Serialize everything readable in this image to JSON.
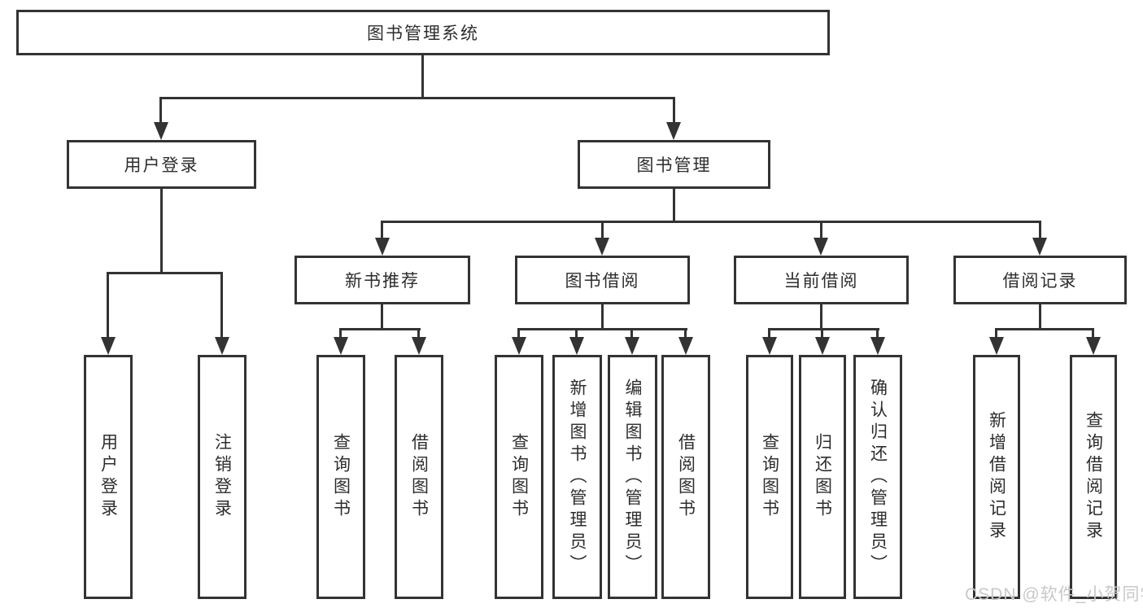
{
  "diagram": {
    "root": {
      "label": "图书管理系统"
    },
    "level2": {
      "user_login": {
        "label": "用户登录",
        "children": [
          "用户登录",
          "注销登录"
        ]
      },
      "book_management": {
        "label": "图书管理",
        "modules": {
          "new_book_recommend": {
            "label": "新书推荐",
            "children": [
              "查询图书",
              "借阅图书"
            ]
          },
          "book_borrow": {
            "label": "图书借阅",
            "children": [
              "查询图书",
              "新增图书（管理员）",
              "编辑图书（管理员）",
              "借阅图书"
            ]
          },
          "current_borrow": {
            "label": "当前借阅",
            "children": [
              "查询图书",
              "归还图书",
              "确认归还（管理员）"
            ]
          },
          "borrow_records": {
            "label": "借阅记录",
            "children": [
              "新增借阅记录",
              "查询借阅记录"
            ]
          }
        }
      }
    }
  },
  "watermark": {
    "text": "CSDN @软件_小贺同学"
  },
  "colors": {
    "line": "#333333",
    "text": "#2d2d2d",
    "watermark": "#c8c8c8",
    "background": "#ffffff"
  }
}
